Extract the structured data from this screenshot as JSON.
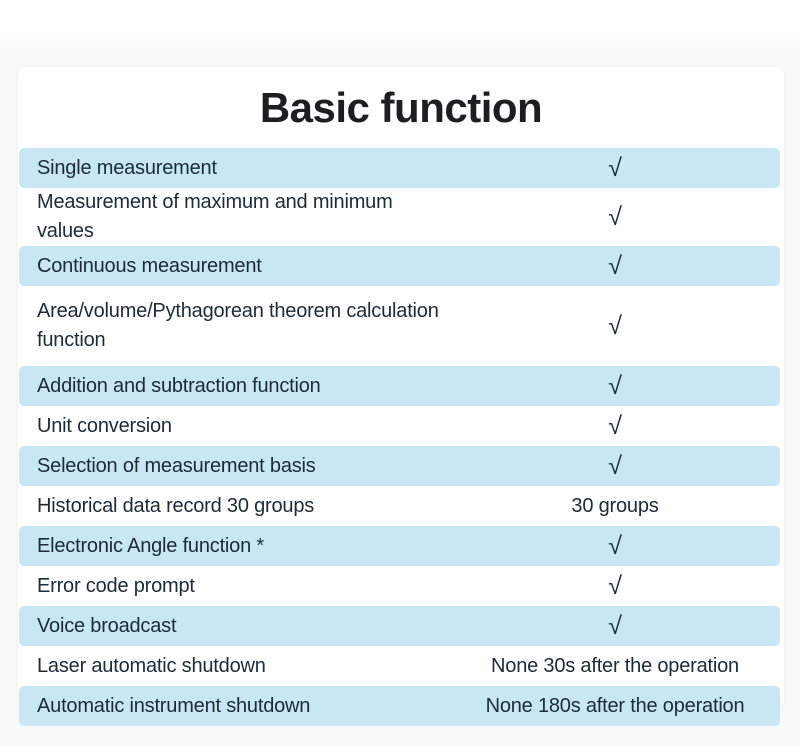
{
  "section": {
    "title": "Basic function"
  },
  "theme": {
    "row_highlight_color": "#c9e6f5",
    "text_color": "#1b2b38",
    "title_color": "#1d1e20",
    "page_background": "#f8f9f9",
    "card_background": "#ffffff"
  },
  "check_symbol": "√",
  "rows": [
    {
      "label": "Single measurement",
      "value": "√",
      "value_type": "check",
      "highlighted": true
    },
    {
      "label": "Measurement of maximum and minimum values",
      "value": "√",
      "value_type": "check",
      "highlighted": false
    },
    {
      "label": "Continuous measurement",
      "value": "√",
      "value_type": "check",
      "highlighted": true
    },
    {
      "label": "Area/volume/Pythagorean theorem calculation function",
      "value": "√",
      "value_type": "check",
      "highlighted": false,
      "tall": true
    },
    {
      "label": "Addition and subtraction function",
      "value": "√",
      "value_type": "check",
      "highlighted": true
    },
    {
      "label": "Unit conversion",
      "value": "√",
      "value_type": "check",
      "highlighted": false
    },
    {
      "label": "Selection of measurement basis",
      "value": "√",
      "value_type": "check",
      "highlighted": true
    },
    {
      "label": "Historical data record 30 groups",
      "value": "30 groups",
      "value_type": "text",
      "highlighted": false
    },
    {
      "label": "Electronic Angle function *",
      "value": "√",
      "value_type": "check",
      "highlighted": true
    },
    {
      "label": "Error code prompt",
      "value": "√",
      "value_type": "check",
      "highlighted": false
    },
    {
      "label": "Voice broadcast",
      "value": "√",
      "value_type": "check",
      "highlighted": true
    },
    {
      "label": "Laser automatic shutdown",
      "value": "None 30s after the operation",
      "value_type": "text",
      "highlighted": false
    },
    {
      "label": "Automatic instrument shutdown",
      "value": "None 180s after the operation",
      "value_type": "text",
      "highlighted": true
    }
  ]
}
